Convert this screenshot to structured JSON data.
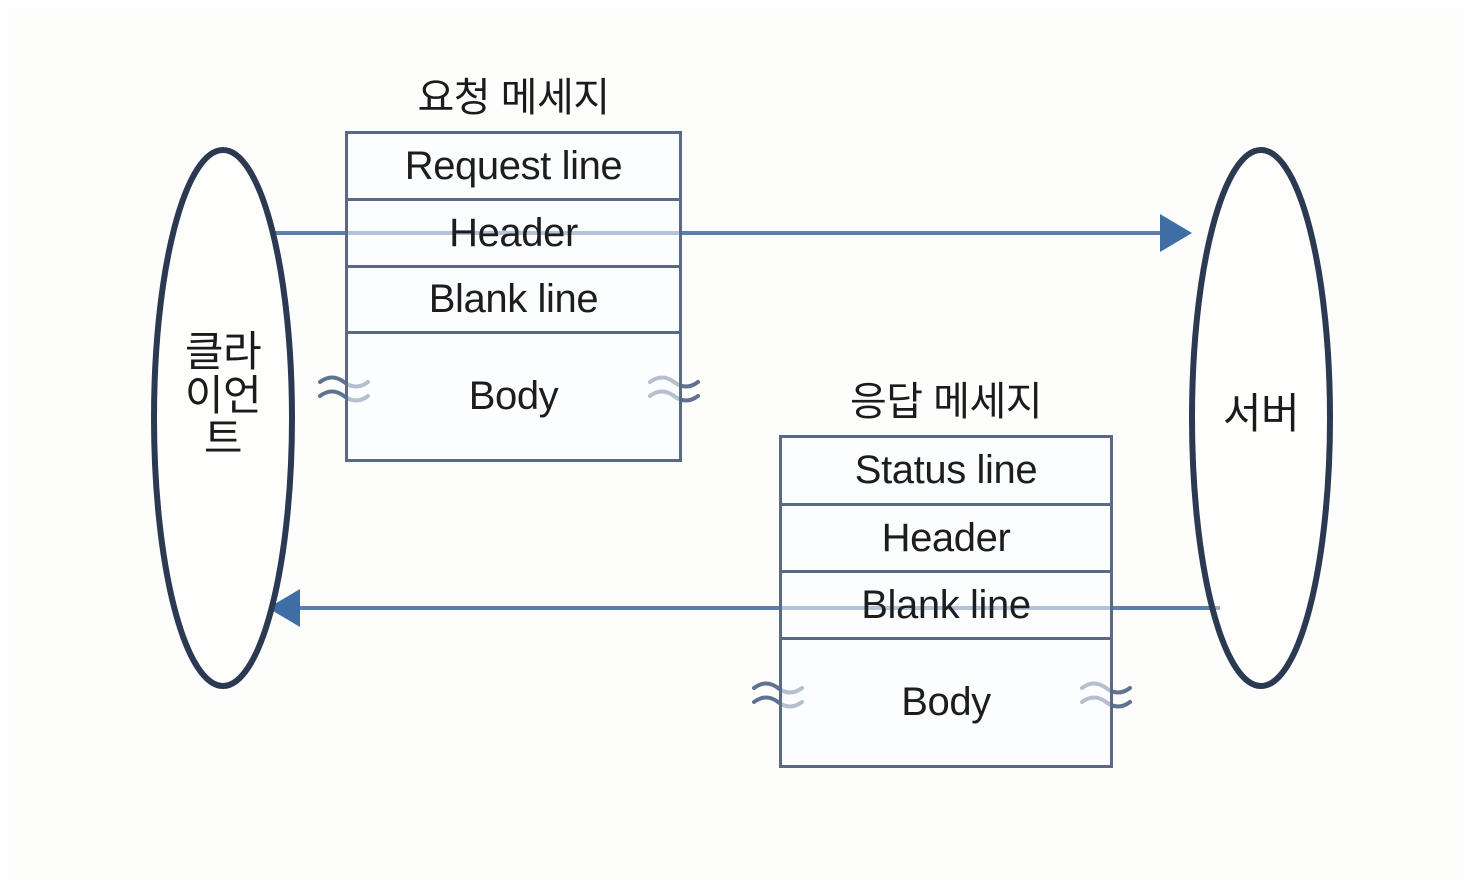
{
  "diagram": {
    "title_semantic": "http-request-response-message-structure",
    "colors": {
      "ellipse_stroke": "#2b3a52",
      "box_stroke": "#5a6a84",
      "arrow": "#5b7fae",
      "arrow_head": "#3f6ea5",
      "background": "#fdfdfc",
      "text": "#1b1b1b"
    },
    "nodes": [
      {
        "id": "client",
        "label": "클라이언트",
        "label_lines": [
          "클라",
          "이언",
          "트"
        ],
        "shape": "ellipse"
      },
      {
        "id": "server",
        "label": "서버",
        "label_lines": [
          "서버"
        ],
        "shape": "ellipse"
      }
    ],
    "messages": [
      {
        "id": "request",
        "title": "요청 메세지",
        "rows": [
          "Request line",
          "Header",
          "Blank line",
          "Body"
        ],
        "break_marks": 2
      },
      {
        "id": "response",
        "title": "응답 메세지",
        "rows": [
          "Status line",
          "Header",
          "Blank line",
          "Body"
        ],
        "break_marks": 2
      }
    ],
    "arrows": [
      {
        "id": "request-arrow",
        "from": "client",
        "to": "server",
        "direction": "right"
      },
      {
        "id": "response-arrow",
        "from": "server",
        "to": "client",
        "direction": "left"
      }
    ]
  }
}
